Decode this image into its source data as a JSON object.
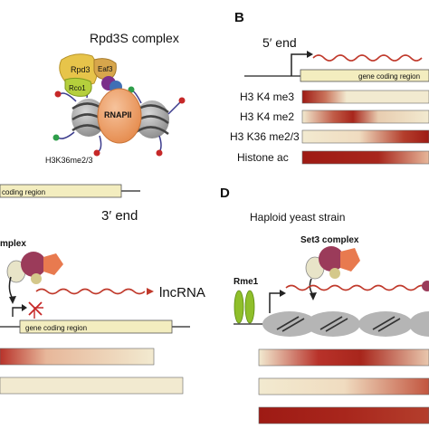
{
  "panels": {
    "b": "B",
    "d": "D"
  },
  "texts": {
    "rpd3s_complex": "Rpd3S complex",
    "rpd3": "Rpd3",
    "eaf3": "Eaf3",
    "rco1": "Rco1",
    "rnapii": "RNAPII",
    "h3k36": "H3K36me2/3",
    "coding_region_partial": "coding region",
    "three_end": "3′ end",
    "complex_partial": "mplex",
    "lncrna": "lncRNA",
    "gene_coding_region_c": "gene coding region",
    "five_end": "5′ end",
    "gene_coding_region_b": "gene coding region",
    "h3k4me3": "H3 K4 me3",
    "h3k4me2": "H3 K4 me2",
    "h3k36me23": "H3 K36 me2/3",
    "histone_ac": "Histone ac",
    "haploid": "Haploid yeast strain",
    "set3_complex": "Set3 complex",
    "rme1": "Rme1"
  },
  "colors": {
    "gene_box": "#f3edbf",
    "mark_dark": "#9e1a14",
    "mark_light": "#f2ead0",
    "rna": "#c0392b",
    "rpd3": "#e7c44a",
    "eaf3": "#d7a64c",
    "rco1": "#b5cf3c",
    "rnapii": "#eca06c",
    "nucleosome": "#9a9a9a",
    "set3_main": "#9b3b5a",
    "set3_orange": "#e87a4f",
    "rme1": "#8fbf2a"
  }
}
